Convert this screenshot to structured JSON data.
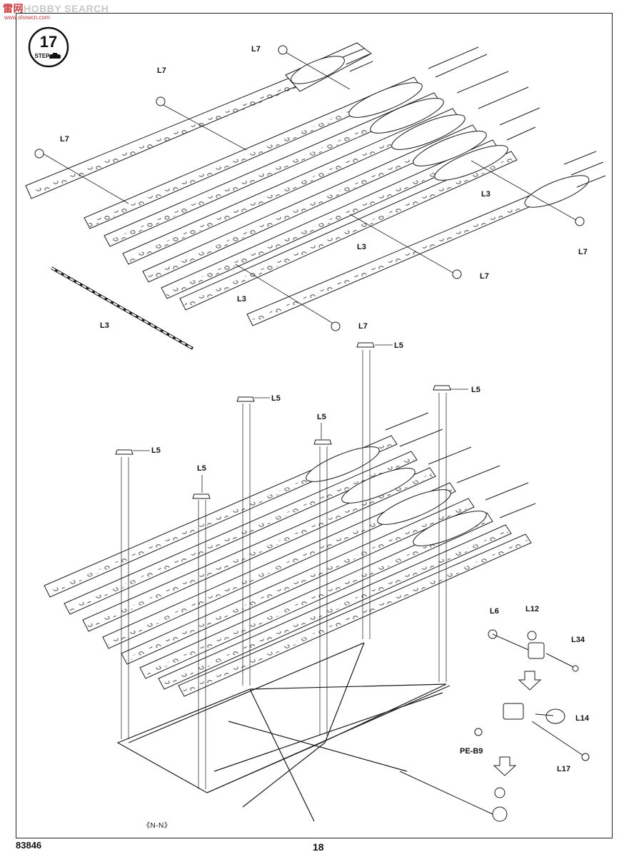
{
  "watermark": {
    "prefix": "雷网",
    "brand": "HOBBY SEARCH",
    "url": "www.showcn.com"
  },
  "step": {
    "number": "17",
    "label": "STEP"
  },
  "callouts": [
    {
      "id": "l7-a",
      "text": "L7"
    },
    {
      "id": "l7-b",
      "text": "L7"
    },
    {
      "id": "l7-c",
      "text": "L7"
    },
    {
      "id": "l7-d",
      "text": "L7"
    },
    {
      "id": "l7-e",
      "text": "L7"
    },
    {
      "id": "l7-f",
      "text": "L7"
    },
    {
      "id": "l3-a",
      "text": "L3"
    },
    {
      "id": "l3-b",
      "text": "L3"
    },
    {
      "id": "l3-c",
      "text": "L3"
    },
    {
      "id": "l3-d",
      "text": "L3"
    },
    {
      "id": "l5-a",
      "text": "L5"
    },
    {
      "id": "l5-b",
      "text": "L5"
    },
    {
      "id": "l5-c",
      "text": "L5"
    },
    {
      "id": "l5-d",
      "text": "L5"
    },
    {
      "id": "l5-e",
      "text": "L5"
    },
    {
      "id": "l5-f",
      "text": "L5"
    },
    {
      "id": "l6",
      "text": "L6"
    },
    {
      "id": "l12",
      "text": "L12"
    },
    {
      "id": "l34",
      "text": "L34"
    },
    {
      "id": "l14",
      "text": "L14"
    },
    {
      "id": "l17",
      "text": "L17"
    },
    {
      "id": "pe-b9",
      "text": "PE-B9"
    }
  ],
  "section_caption": "《N-N》",
  "footer": {
    "product_code": "83846",
    "page_number": "18"
  }
}
